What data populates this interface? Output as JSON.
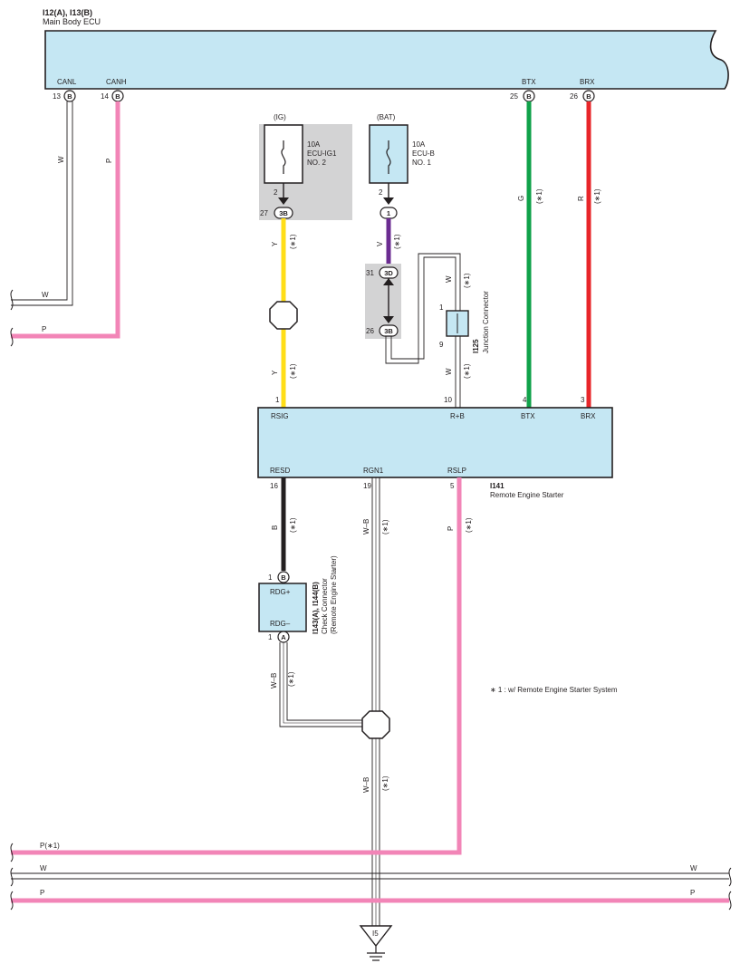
{
  "colors": {
    "component_fill": "#c5e7f3",
    "shade": "#d3d3d4",
    "pink": "#f285b7",
    "green": "#10a24a",
    "red": "#e8262a",
    "yellow": "#ffde17",
    "violet": "#6b2c91",
    "black": "#231f20",
    "white_wire": "#231f20"
  },
  "ecu": {
    "title": "I12(A), I13(B)",
    "subtitle": "Main Body ECU",
    "pins": {
      "canl": {
        "label": "CANL",
        "num": "13",
        "conn": "B"
      },
      "canh": {
        "label": "CANH",
        "num": "14",
        "conn": "B"
      },
      "btx": {
        "label": "BTX",
        "num": "25",
        "conn": "B"
      },
      "brx": {
        "label": "BRX",
        "num": "26",
        "conn": "B"
      }
    }
  },
  "fuse_ig": {
    "source": "(IG)",
    "rating": "10A",
    "name1": "ECU-IG1",
    "name2": "NO. 2",
    "pin": "2",
    "conn_num": "27",
    "conn": "3B"
  },
  "fuse_bat": {
    "source": "(BAT)",
    "rating": "10A",
    "name1": "ECU-B",
    "name2": "NO. 1",
    "pin": "2",
    "conn": "1"
  },
  "junction": {
    "upper_num": "31",
    "upper_conn": "3D",
    "lower_num": "26",
    "lower_conn": "3B",
    "connector_id": "I125",
    "connector_name": "Junction Connector",
    "pin_top": "1",
    "pin_bottom": "9"
  },
  "starter": {
    "id": "I141",
    "name": "Remote Engine Starter",
    "pins": {
      "rsig": {
        "label": "RSIG",
        "num": "1"
      },
      "rb": {
        "label": "R+B",
        "num": "10"
      },
      "btx": {
        "label": "BTX",
        "num": "4"
      },
      "brx": {
        "label": "BRX",
        "num": "3"
      },
      "resd": {
        "label": "RESD",
        "num": "16"
      },
      "rgn1": {
        "label": "RGN1",
        "num": "19"
      },
      "rslp": {
        "label": "RSLP",
        "num": "5"
      }
    }
  },
  "check_connector": {
    "id": "I143(A), I144(B)",
    "name": "Check Connector",
    "sub": "(Remote Engine Starter)",
    "pin_plus": "RDG+",
    "pin_minus": "RDG–",
    "num_top": "1",
    "conn_top": "B",
    "num_bottom": "1",
    "conn_bottom": "A"
  },
  "wires": {
    "w": "W",
    "p": "P",
    "g": "G",
    "r": "R",
    "y": "Y",
    "v": "V",
    "b": "B",
    "wb": "W–B",
    "star": "(∗1)",
    "p_star": "P(∗1)"
  },
  "ground": {
    "id": "I5"
  },
  "note": "∗ 1 : w/ Remote Engine Starter System"
}
